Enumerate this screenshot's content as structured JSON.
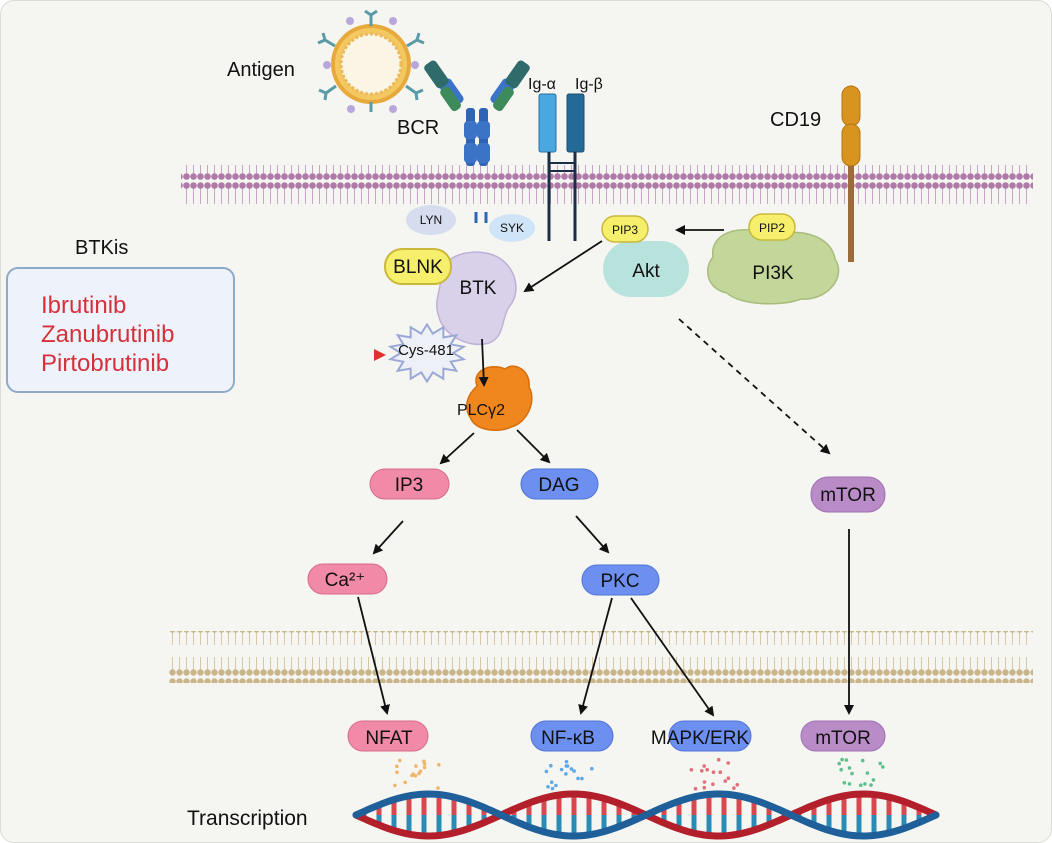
{
  "receptor": {
    "antigen": "Antigen",
    "bcr": "BCR",
    "ig_alpha": "Ig-α",
    "ig_beta": "Ig-β",
    "cd19": "CD19"
  },
  "kinases": {
    "lyn": "LYN",
    "syk": "SYK",
    "pip3": "PIP3",
    "pip2": "PIP2",
    "akt": "Akt",
    "pi3k": "PI3K",
    "blnk": "BLNK",
    "btk": "BTK",
    "cys": "Cys-481",
    "plc": "PLCγ2"
  },
  "inhibitors": {
    "title": "BTKis",
    "drugs": [
      "Ibrutinib",
      "Zanubrutinib",
      "Pirtobrutinib"
    ]
  },
  "cascade": {
    "ip3": "IP3",
    "dag": "DAG",
    "ca": "Ca²⁺",
    "pkc": "PKC",
    "mtor": "mTOR"
  },
  "nuclear": {
    "nfat": "NFAT",
    "nfkb": "NF-κB",
    "mapk": "MAPK/ERK",
    "mtor": "mTOR",
    "transcription": "Transcription"
  },
  "colors": {
    "pink": "#f08aa6",
    "blue": "#6d8ff0",
    "purple": "#b98cc8",
    "drug_red": "#d6303b",
    "inhibit_arrow": "#e23030"
  }
}
